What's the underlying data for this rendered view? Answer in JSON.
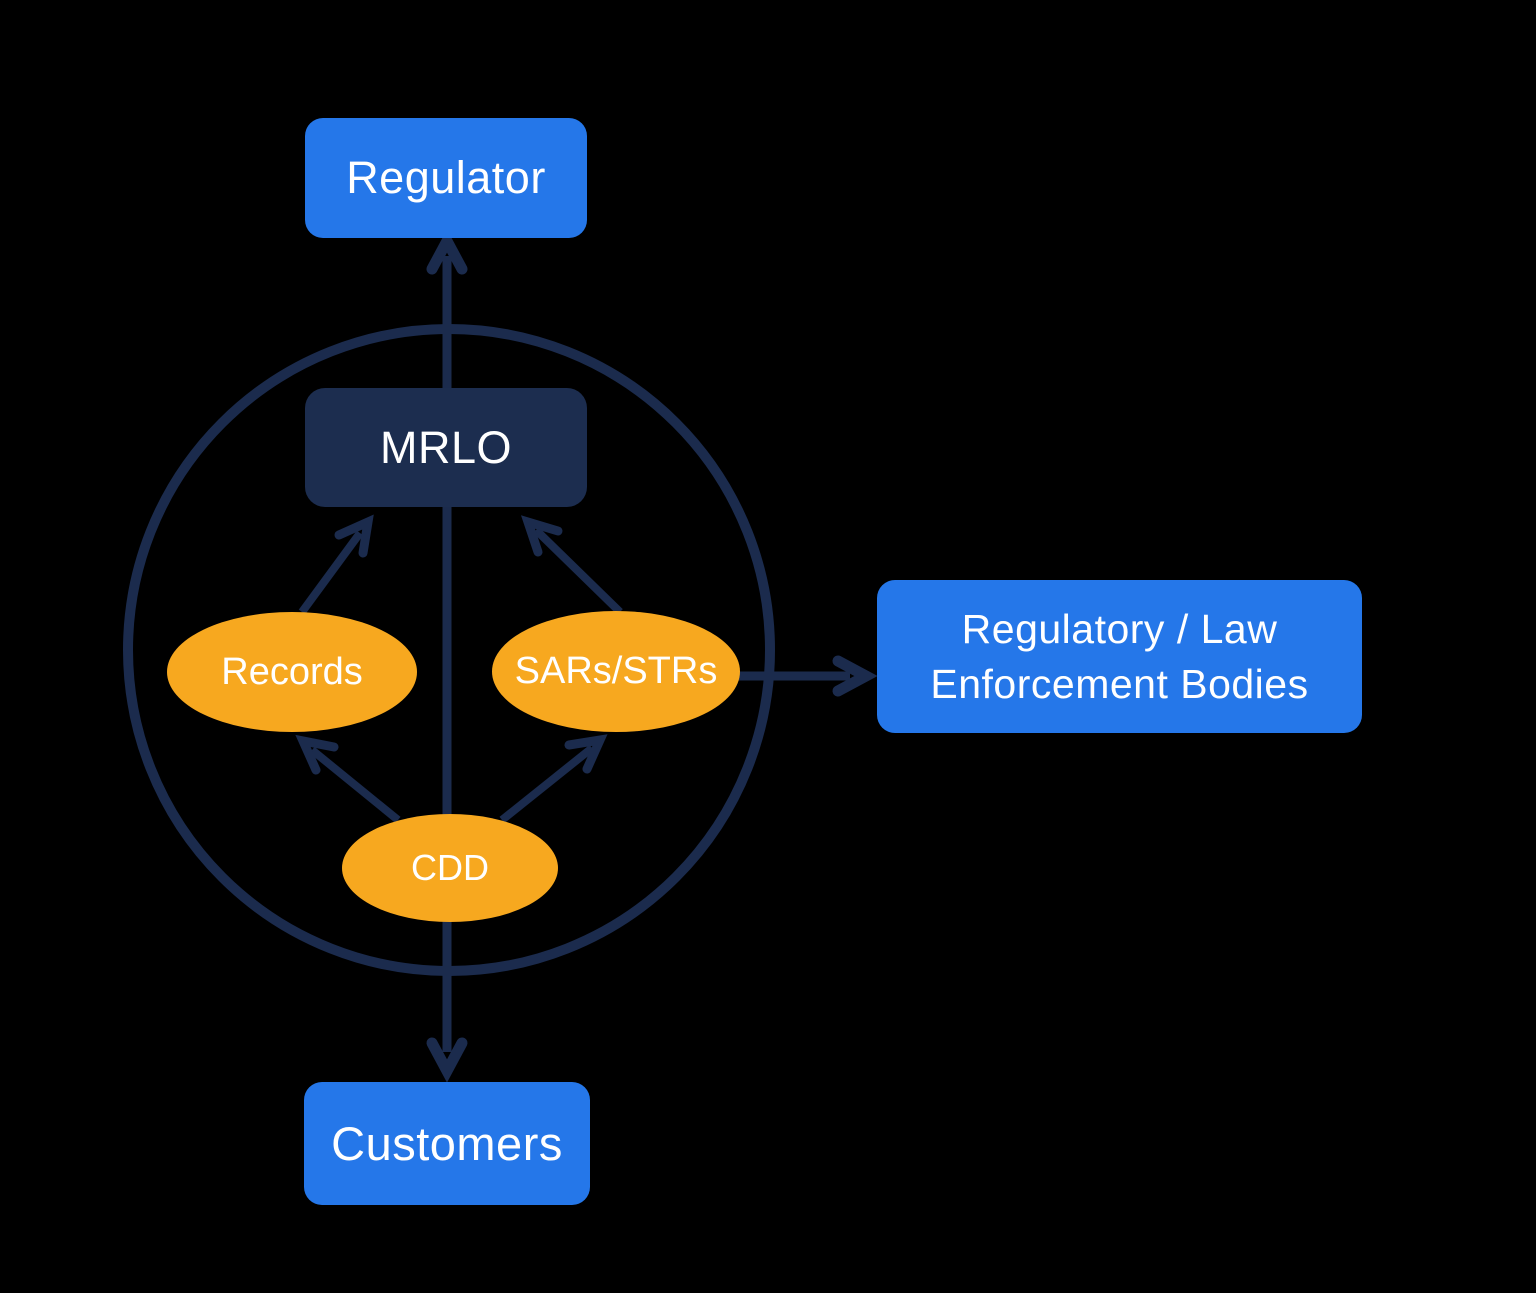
{
  "diagram": {
    "title": "MRLO / AML compliance flow diagram",
    "colors": {
      "blue": "#2577E9",
      "navy": "#1B2B4D",
      "navy_box": "#1C2D4F",
      "orange": "#F7A81F",
      "text": "#FFFFFF",
      "background": "#000000"
    },
    "nodes": {
      "regulator": {
        "label": "Regulator",
        "shape": "rounded-rect",
        "fill": "blue"
      },
      "mrlo": {
        "label": "MRLO",
        "shape": "rounded-rect",
        "fill": "navy"
      },
      "records": {
        "label": "Records",
        "shape": "ellipse",
        "fill": "orange"
      },
      "sars_strs": {
        "label": "SARs/STRs",
        "shape": "ellipse",
        "fill": "orange"
      },
      "cdd": {
        "label": "CDD",
        "shape": "ellipse",
        "fill": "orange"
      },
      "customers": {
        "label": "Customers",
        "shape": "rounded-rect",
        "fill": "blue"
      },
      "law_enforcement": {
        "label": "Regulatory / Law Enforcement Bodies",
        "shape": "rounded-rect",
        "fill": "blue"
      }
    },
    "boundary": {
      "shape": "circle",
      "encloses": [
        "MRLO",
        "Records",
        "SARs/STRs",
        "CDD"
      ]
    },
    "edges": [
      {
        "from": "MRLO",
        "to": "Regulator",
        "arrow": "to"
      },
      {
        "from": "MRLO",
        "to": "Customers",
        "arrow": "to"
      },
      {
        "from": "Records",
        "to": "MRLO",
        "arrow": "to"
      },
      {
        "from": "SARs/STRs",
        "to": "MRLO",
        "arrow": "to"
      },
      {
        "from": "CDD",
        "to": "Records",
        "arrow": "to"
      },
      {
        "from": "CDD",
        "to": "SARs/STRs",
        "arrow": "to"
      },
      {
        "from": "SARs/STRs",
        "to": "Regulatory / Law Enforcement Bodies",
        "arrow": "to"
      }
    ]
  }
}
